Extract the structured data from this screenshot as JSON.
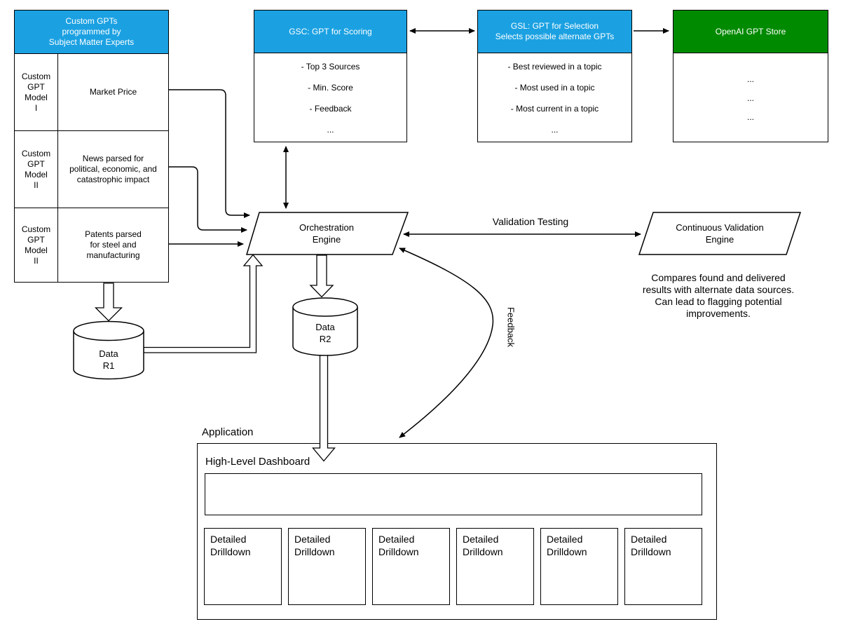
{
  "colors": {
    "header_blue": "#1BA1E2",
    "header_green": "#008A00",
    "line": "#000000",
    "background": "#FFFFFF"
  },
  "gpt_table": {
    "header": "Custom GPTs\nprogrammed by\nSubject Matter Experts",
    "rows": [
      {
        "model": "Custom\nGPT\nModel\nI",
        "description": "Market Price"
      },
      {
        "model": "Custom\nGPT\nModel\nII",
        "description": "News parsed for\npolitical, economic, and\ncatastrophic impact"
      },
      {
        "model": "Custom\nGPT\nModel\nII",
        "description": "Patents parsed\nfor steel and\nmanufacturing"
      }
    ]
  },
  "scoring_box": {
    "title": "GSC: GPT for Scoring",
    "items": [
      "- Top 3 Sources",
      "- Min. Score",
      "- Feedback",
      "..."
    ]
  },
  "selection_box": {
    "title": "GSL: GPT for Selection\nSelects possible alternate GPTs",
    "items": [
      "- Best reviewed in a topic",
      "- Most used in a topic",
      "- Most current in a topic",
      "..."
    ]
  },
  "store_box": {
    "title": "OpenAI GPT Store",
    "items": [
      "...",
      "...",
      "..."
    ]
  },
  "orchestration_engine": {
    "label": "Orchestration\nEngine"
  },
  "validation_engine": {
    "label": "Continuous Validation\nEngine",
    "note": "Compares found and delivered\nresults with alternate data sources.\nCan lead to flagging potential\nimprovements."
  },
  "edges": {
    "validation_label": "Validation Testing",
    "feedback_label": "Feedback"
  },
  "data_stores": {
    "r1": "Data\nR1",
    "r2": "Data\nR2"
  },
  "application": {
    "label": "Application",
    "dashboard_label": "High-Level Dashboard",
    "drilldown": [
      "Detailed\nDrilldown",
      "Detailed\nDrilldown",
      "Detailed\nDrilldown",
      "Detailed\nDrilldown",
      "Detailed\nDrilldown",
      "Detailed\nDrilldown"
    ]
  }
}
